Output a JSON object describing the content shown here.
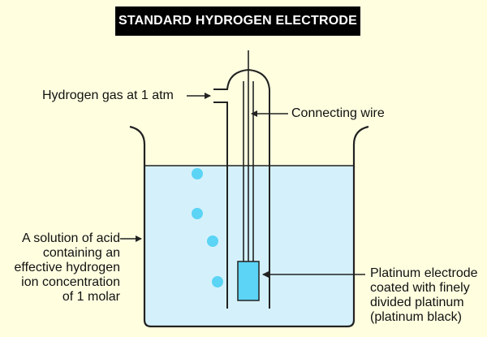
{
  "title": "STANDARD HYDROGEN ELECTRODE",
  "labels": {
    "hydrogen_gas": "Hydrogen gas at 1 atm",
    "connecting_wire": "Connecting wire",
    "acid_solution": [
      "A solution of acid",
      "containing an",
      "effective hydrogen",
      "ion concentration",
      "of 1 molar"
    ],
    "platinum_electrode": [
      "Platinum electrode",
      "coated with finely",
      "divided platinum",
      "(platinum black)"
    ]
  },
  "colors": {
    "background": "#ffffe0",
    "solution": "#d4f1fb",
    "bubble": "#5bd4f5",
    "electrode": "#5bd4f5",
    "stroke": "#222222"
  }
}
